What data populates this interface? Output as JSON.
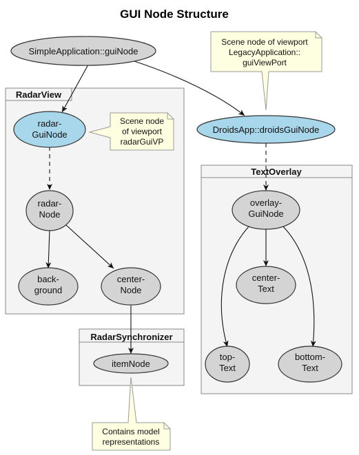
{
  "diagram": {
    "title": "GUI Node Structure",
    "colors": {
      "node_default": "#d4d4d4",
      "node_highlight": "#a8d6ea",
      "package_fill": "#f4f4f4",
      "note_fill": "#fefee0"
    },
    "packages": {
      "radar_view": "RadarView",
      "text_overlay": "TextOverlay",
      "radar_synchronizer": "RadarSynchronizer"
    },
    "nodes": {
      "simple_app_gui": {
        "lines": [
          "SimpleApplication::guiNode"
        ],
        "color": "#d4d4d4"
      },
      "radar_gui": {
        "lines": [
          "radar-",
          "GuiNode"
        ],
        "color": "#a8d6ea"
      },
      "radar_node": {
        "lines": [
          "radar-",
          "Node"
        ],
        "color": "#d4d4d4"
      },
      "background": {
        "lines": [
          "back-",
          "ground"
        ],
        "color": "#d4d4d4"
      },
      "center_node": {
        "lines": [
          "center-",
          "Node"
        ],
        "color": "#d4d4d4"
      },
      "droids_gui": {
        "lines": [
          "DroidsApp::droidsGuiNode"
        ],
        "color": "#a8d6ea"
      },
      "overlay_gui": {
        "lines": [
          "overlay-",
          "GuiNode"
        ],
        "color": "#d4d4d4"
      },
      "center_text": {
        "lines": [
          "center-",
          "Text"
        ],
        "color": "#d4d4d4"
      },
      "top_text": {
        "lines": [
          "top-",
          "Text"
        ],
        "color": "#d4d4d4"
      },
      "bottom_text": {
        "lines": [
          "bottom-",
          "Text"
        ],
        "color": "#d4d4d4"
      },
      "item_node": {
        "lines": [
          "itemNode"
        ],
        "color": "#d4d4d4"
      }
    },
    "notes": {
      "legacy_viewport": {
        "lines": [
          "Scene node of viewport",
          "LegacyApplication::",
          "guiViewPort"
        ]
      },
      "radar_viewport": {
        "lines": [
          "Scene node",
          "of viewport",
          "radarGuiVP"
        ]
      },
      "model_reps": {
        "lines": [
          "Contains model",
          "representations"
        ]
      }
    }
  }
}
